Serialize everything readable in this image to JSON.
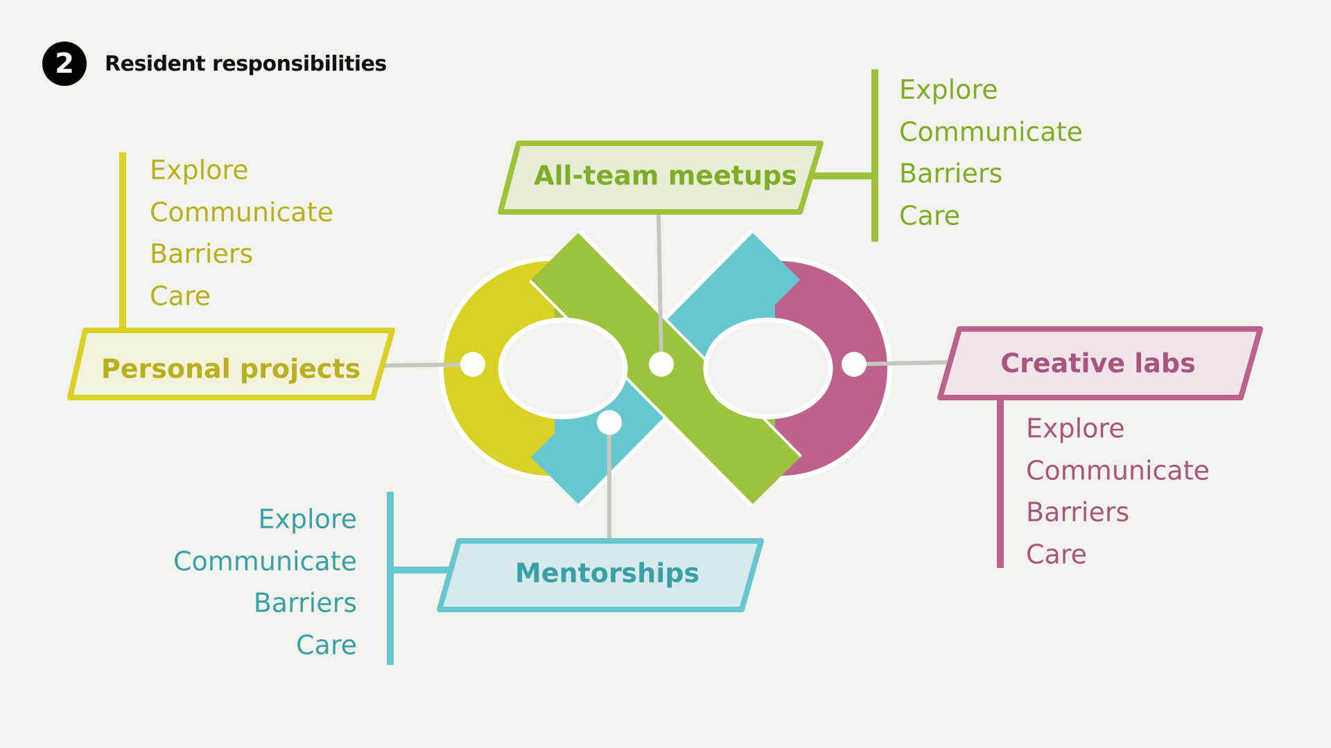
{
  "header": {
    "step_number": "2",
    "title": "Resident responsibilities"
  },
  "colors": {
    "background": "#f3f3ed",
    "personal": "#d9d125",
    "personal_text": "#b8b01e",
    "teal": "#67c7d1",
    "teal_text": "#3aa0a8",
    "green": "#9cc33b",
    "green_text": "#7fad2a",
    "pink": "#bc628b",
    "pink_text": "#a9567f",
    "connector": "#c6c8bd"
  },
  "sections": {
    "personal": {
      "label": "Personal projects",
      "items": [
        "Explore",
        "Communicate",
        "Barriers",
        "Care"
      ]
    },
    "allteam": {
      "label": "All-team meetups",
      "items": [
        "Explore",
        "Communicate",
        "Barriers",
        "Care"
      ]
    },
    "creative": {
      "label": "Creative labs",
      "items": [
        "Explore",
        "Communicate",
        "Barriers",
        "Care"
      ]
    },
    "mentorships": {
      "label": "Mentorships",
      "items": [
        "Explore",
        "Communicate",
        "Barriers",
        "Care"
      ]
    }
  }
}
